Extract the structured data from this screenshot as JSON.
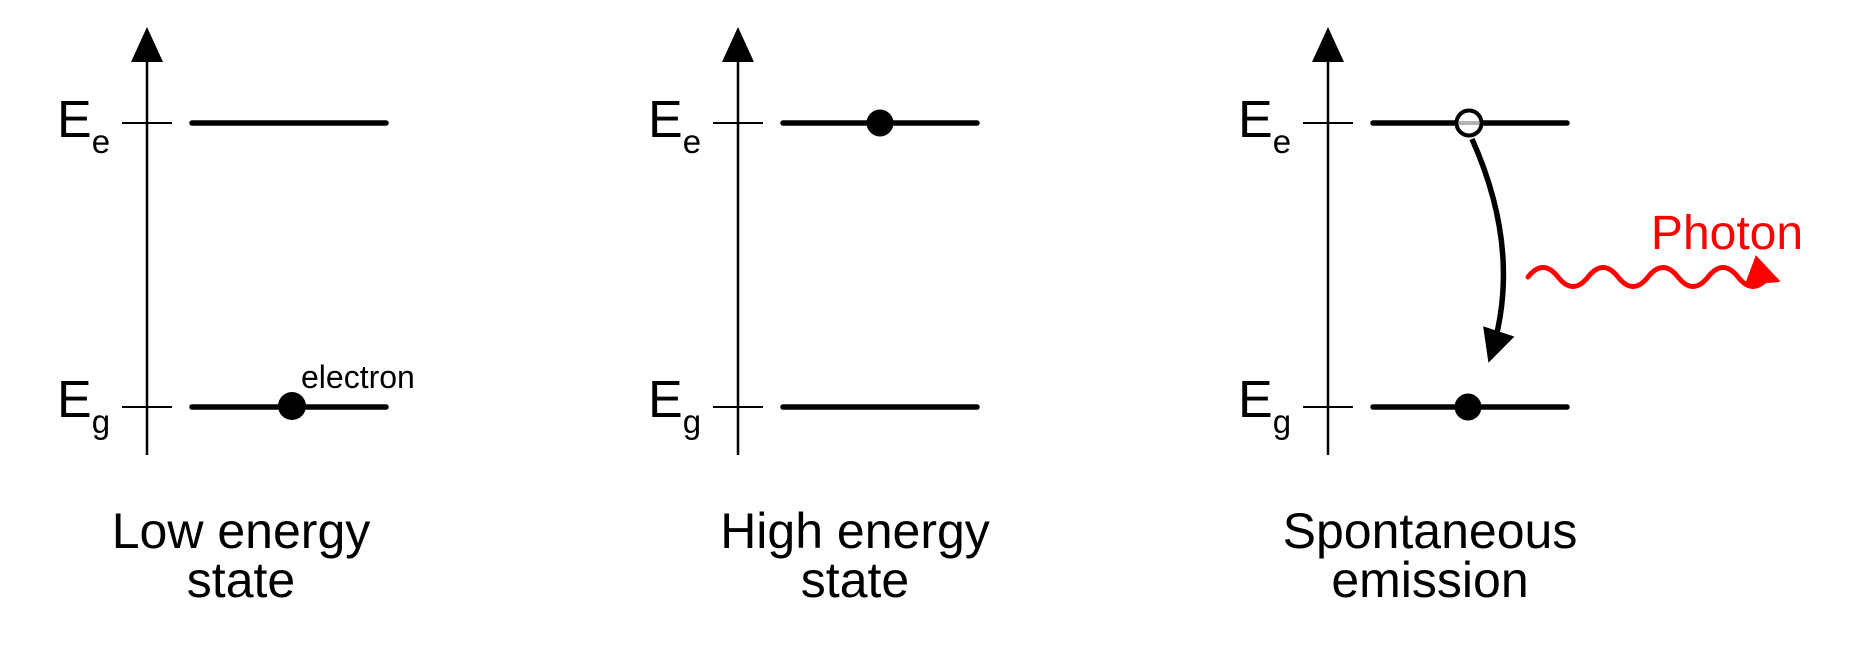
{
  "colors": {
    "ink": "#000000",
    "photon": "#fe0000",
    "bg": "#ffffff"
  },
  "panels": [
    {
      "levels": [
        {
          "label": "E",
          "sub": "e"
        },
        {
          "label": "E",
          "sub": "g"
        }
      ],
      "electron_label": "electron",
      "caption_line1": "Low energy",
      "caption_line2": "state",
      "marker": "electron-dot-on-ground-level"
    },
    {
      "levels": [
        {
          "label": "E",
          "sub": "e"
        },
        {
          "label": "E",
          "sub": "g"
        }
      ],
      "caption_line1": "High energy",
      "caption_line2": "state",
      "marker": "electron-dot-on-excited-level"
    },
    {
      "levels": [
        {
          "label": "E",
          "sub": "e"
        },
        {
          "label": "E",
          "sub": "g"
        }
      ],
      "photon_label": "Photon",
      "caption_line1": "Spontaneous",
      "caption_line2": "emission",
      "marker": "hole-on-excited-level-electron-dot-on-ground-level",
      "transition": "downward-curved-arrow-from-excited-to-ground"
    }
  ]
}
